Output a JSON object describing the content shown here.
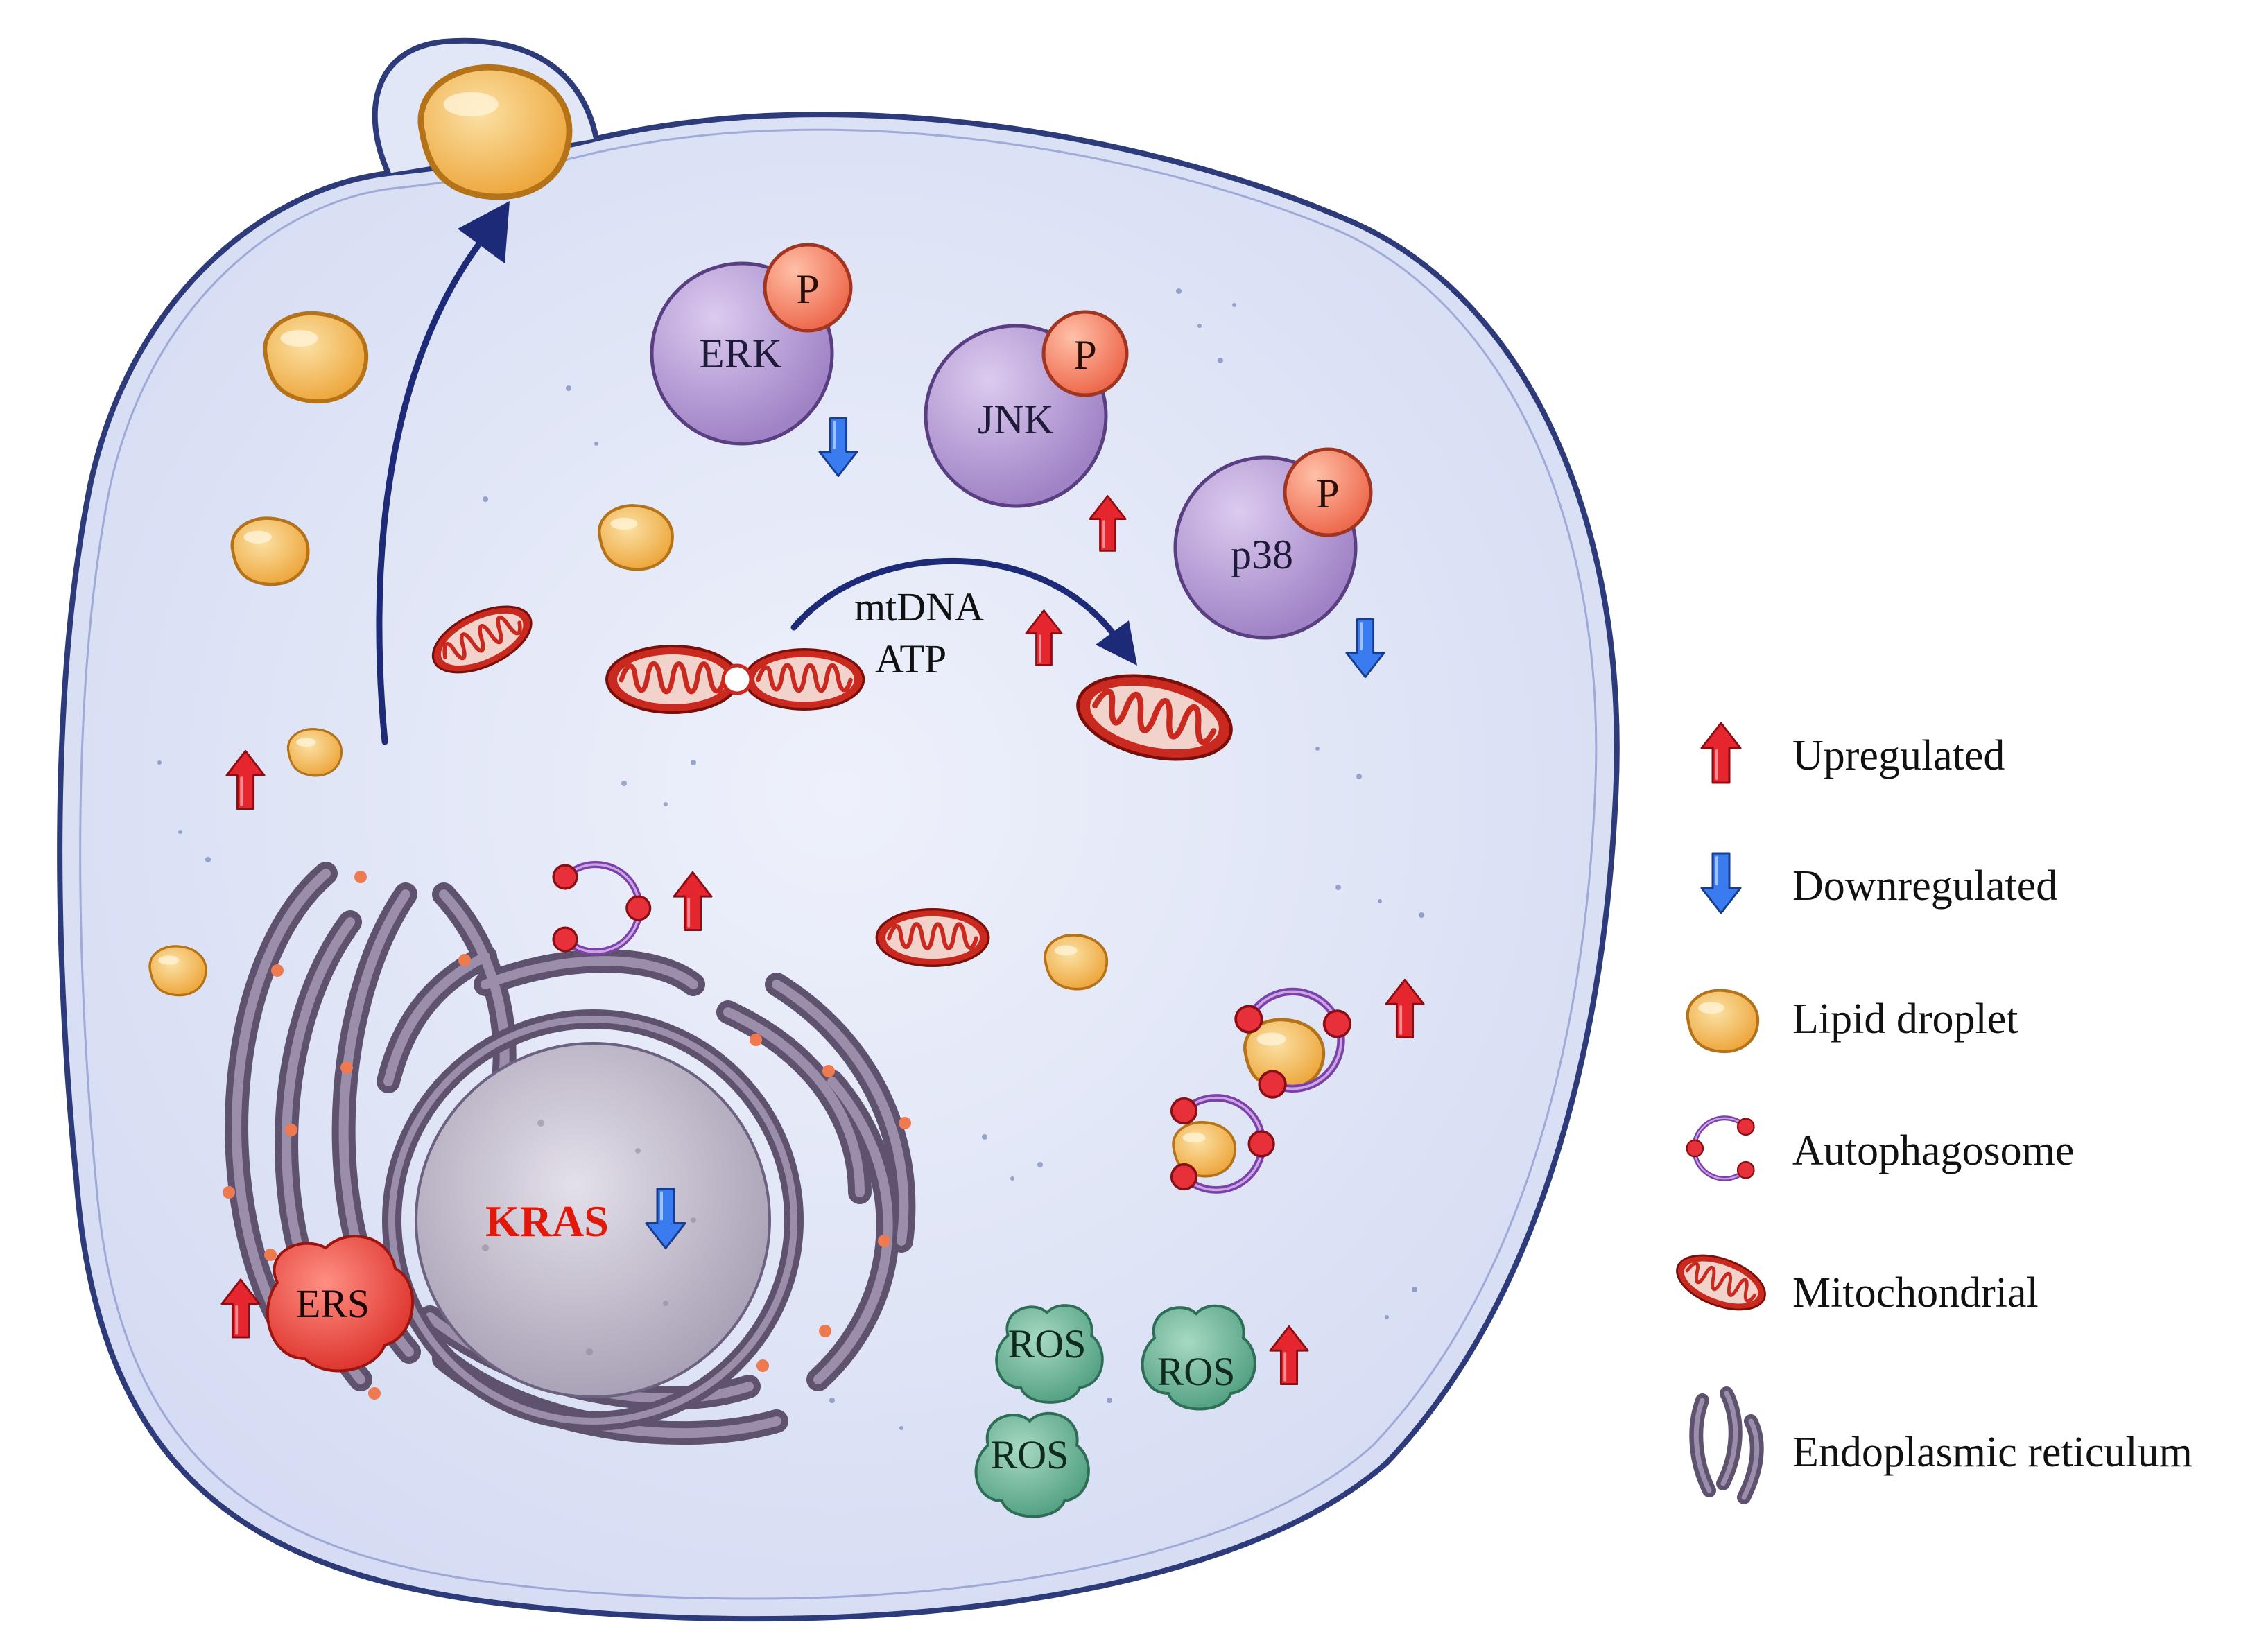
{
  "colors": {
    "cell_fill": "#e2e7f8",
    "cell_outline": "#2e3b7a",
    "up_arrow": "#e5262f",
    "down_arrow": "#3a7cf0",
    "lipid": "#f0b451",
    "mito": "#c9291f",
    "kinase": "#a98ccb",
    "phospho": "#f27a5e",
    "ros": "#6fb79a",
    "er": "#7b6f86",
    "ers": "#e8413a",
    "kras_text": "#e3170a",
    "flux_arrow": "#1d2a78"
  },
  "kinases": [
    {
      "name": "ERK",
      "phospho": "P",
      "regulation": "down"
    },
    {
      "name": "JNK",
      "phospho": "P",
      "regulation": "up"
    },
    {
      "name": "p38",
      "phospho": "P",
      "regulation": "down"
    }
  ],
  "mito_process": {
    "line1": "mtDNA",
    "line2": "ATP",
    "regulation": "up"
  },
  "nucleus": {
    "gene": "KRAS",
    "regulation": "down"
  },
  "ers": {
    "label": "ERS",
    "regulation": "up"
  },
  "ros": {
    "labels": [
      "ROS",
      "ROS",
      "ROS"
    ],
    "regulation": "up"
  },
  "lipid_regulation": "up",
  "autophagy_regulation": "up",
  "legend": [
    {
      "icon": "up-arrow-icon",
      "label": "Upregulated"
    },
    {
      "icon": "down-arrow-icon",
      "label": "Downregulated"
    },
    {
      "icon": "lipid-droplet-icon",
      "label": "Lipid droplet"
    },
    {
      "icon": "autophagosome-icon",
      "label": "Autophagosome"
    },
    {
      "icon": "mitochondrion-icon",
      "label": "Mitochondrial"
    },
    {
      "icon": "endoplasmic-reticulum-icon",
      "label": "Endoplasmic reticulum"
    }
  ]
}
